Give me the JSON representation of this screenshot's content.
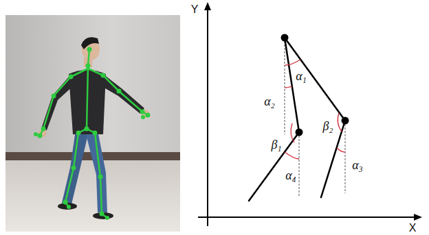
{
  "diagram": {
    "labels": [
      "Y",
      "α₁",
      "α₂",
      "β₂",
      "β₁",
      "α₃",
      "α₄",
      "X"
    ]
  }
}
